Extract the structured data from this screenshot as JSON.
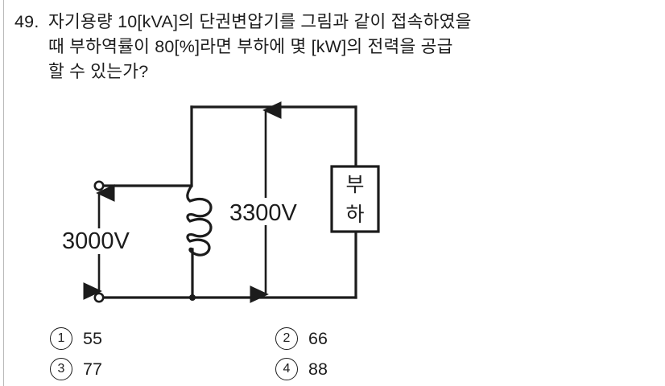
{
  "question": {
    "number": "49.",
    "lines": [
      "자기용량 10[kVA]의 단권변압기를 그림과 같이 접속하였을",
      "때 부하역률이 80[%]라면 부하에 몇 [kW]의 전력을 공급",
      "할 수 있는가?"
    ]
  },
  "figure": {
    "input_voltage_label": "3000V",
    "output_voltage_label": "3300V",
    "load_label_top": "부",
    "load_label_bottom": "하",
    "line_color": "#1c1c1c"
  },
  "choices": [
    {
      "marker": "1",
      "text": "55"
    },
    {
      "marker": "2",
      "text": "66"
    },
    {
      "marker": "3",
      "text": "77"
    },
    {
      "marker": "4",
      "text": "88"
    }
  ]
}
